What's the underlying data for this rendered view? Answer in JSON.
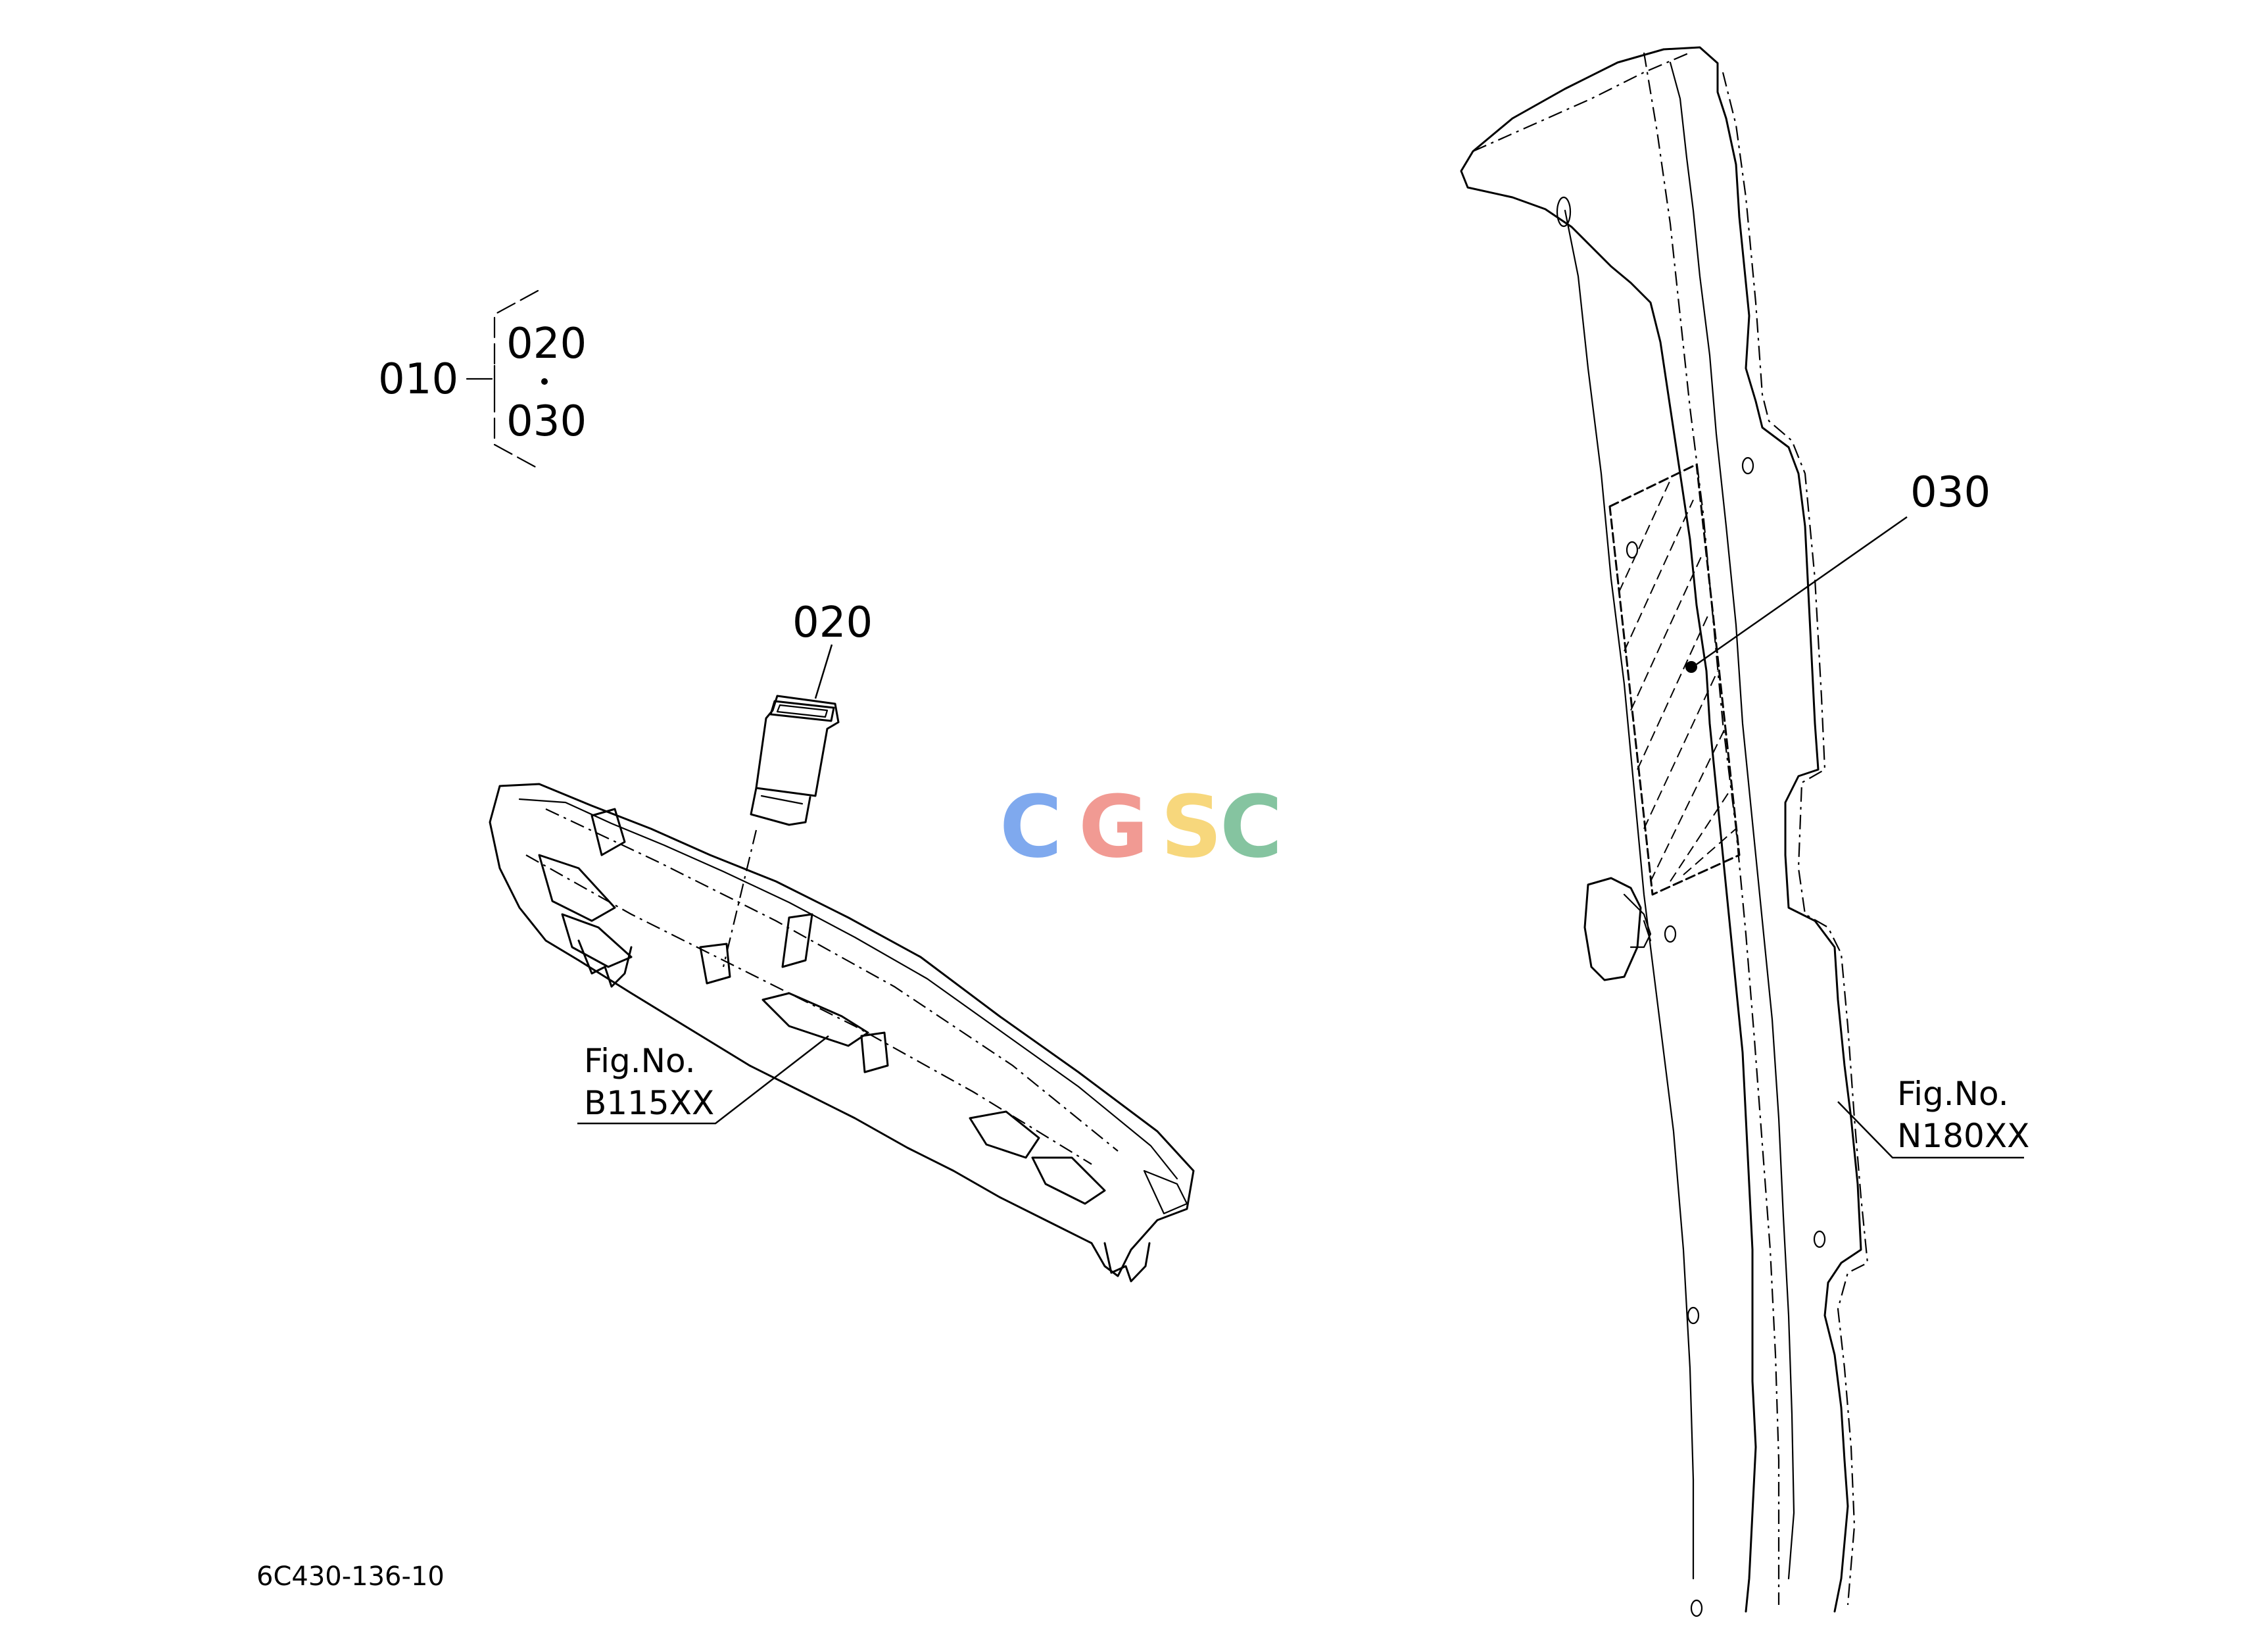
{
  "bom": {
    "parent": "010",
    "children": [
      "020",
      "030"
    ]
  },
  "callouts": {
    "part_020": "020",
    "part_030": "030"
  },
  "references": {
    "left_fig_label": "Fig.No.",
    "left_fig_code": "B115XX",
    "right_fig_label": "Fig.No.",
    "right_fig_code": "N180XX"
  },
  "drawing_code": "6C430-136-10",
  "watermark": {
    "letters": [
      "C",
      "G",
      "S",
      "C"
    ],
    "colors": [
      "#7fa9ee",
      "#f19a93",
      "#f7d77c",
      "#85c4a0"
    ]
  }
}
